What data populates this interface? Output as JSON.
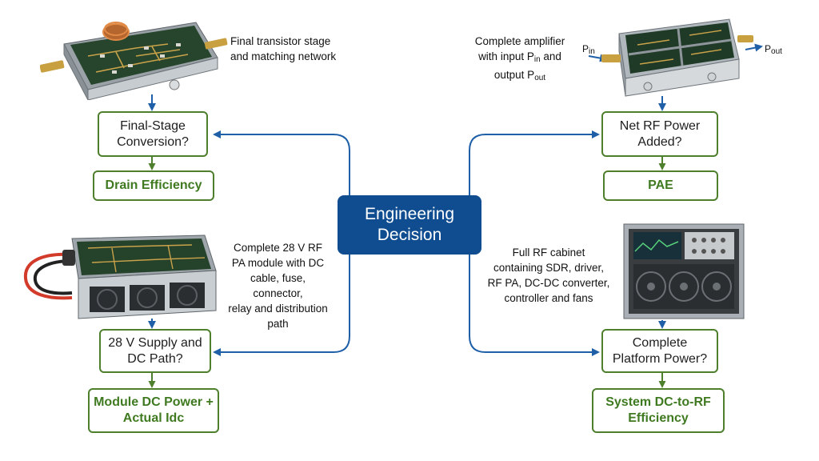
{
  "center": {
    "line1": "Engineering",
    "line2": "Decision"
  },
  "quadrants": {
    "top_left": {
      "caption": [
        "Final transistor stage",
        "and matching network"
      ],
      "question": [
        "Final-Stage",
        "Conversion?"
      ],
      "metric": [
        "Drain Efficiency"
      ]
    },
    "top_right": {
      "caption_line1": "Complete amplifier",
      "caption_line2_pre": "with input P",
      "caption_line2_sub": "in",
      "caption_line2_post": " and",
      "caption_line3_pre": "output P",
      "caption_line3_sub": "out",
      "question": [
        "Net RF Power",
        "Added?"
      ],
      "metric": [
        "PAE"
      ],
      "pin_label": "P",
      "pin_sub": "in",
      "pout_label": "P",
      "pout_sub": "out"
    },
    "bottom_left": {
      "caption": [
        "Complete 28 V RF",
        "PA module with DC",
        "cable, fuse, connector,",
        "relay and distribution path"
      ],
      "question": [
        "28 V Supply and",
        "DC Path?"
      ],
      "metric": [
        "Module DC Power +",
        "Actual Idc"
      ]
    },
    "bottom_right": {
      "caption": [
        "Full RF cabinet",
        "containing SDR, driver,",
        "RF PA, DC-DC converter,",
        "controller and fans"
      ],
      "question": [
        "Complete",
        "Platform Power?"
      ],
      "metric": [
        "System DC-to-RF",
        "Efficiency"
      ]
    }
  },
  "colors": {
    "center_fill": "#0f4c90",
    "connector": "#1f5fa8",
    "box_border": "#4e7f2c",
    "metric_text": "#3f7a20"
  },
  "icons": {
    "top_left": "rf-pcb-module-icon",
    "top_right": "shielded-amplifier-module-icon",
    "bottom_left": "pa-module-with-fans-icon",
    "bottom_right": "rf-cabinet-icon"
  }
}
